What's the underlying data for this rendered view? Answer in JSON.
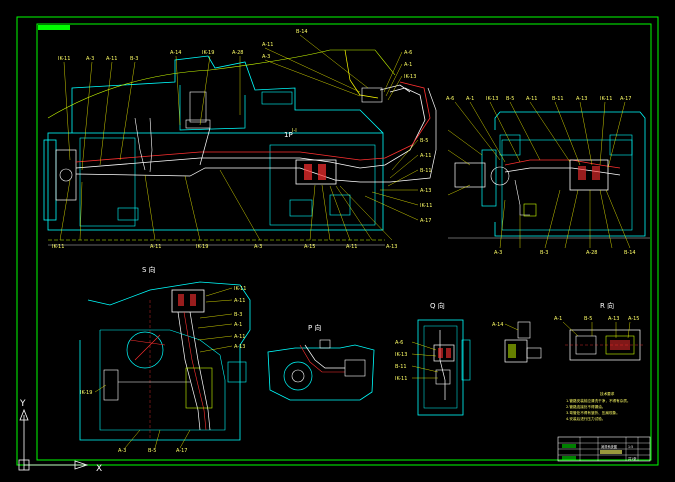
{
  "views": {
    "s": "S 向",
    "p": "P 向",
    "q": "Q 向",
    "r": "R 向"
  },
  "section_mark": "I-I",
  "top_label": "1P",
  "left_callouts": [
    "IK-11",
    "A-3",
    "A-11",
    "B-3",
    "A-14",
    "IK-19",
    "A-28",
    "A-11",
    "A-3",
    "B-14"
  ],
  "right_callouts": [
    "A-6",
    "A-1",
    "IK-13",
    "B-5",
    "A-11",
    "B-11",
    "A-13",
    "IK-11",
    "A-17",
    "A-15"
  ],
  "tech_notes": {
    "title": "技术要求",
    "lines": [
      "1.管路安装前应清洗干净，不得有杂质。",
      "2.管路连接处不得漏油。",
      "3.弯管处不得有皱折、压扁现象。",
      "4.安装后进行压力试验。"
    ]
  },
  "title_block": {
    "drawing_name": "润滑系统图",
    "scale": "1:5",
    "sheet": "共1张"
  },
  "ucs": {
    "x": "X",
    "y": "Y"
  },
  "colors": {
    "background": "#000000",
    "frame": "#00ff00",
    "machine": "#00ffff",
    "pipe": "#ffffff",
    "pipe_red": "#ff3030",
    "label": "#ffff66",
    "contour": "#ccff00",
    "leader": "#ffff00"
  }
}
